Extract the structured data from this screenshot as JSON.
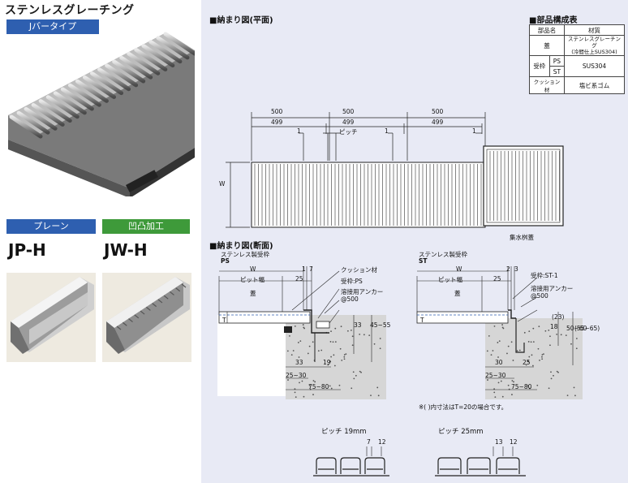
{
  "title": "ステンレスグレーチング",
  "type_badge": "Jバータイプ",
  "variants": [
    {
      "badge": "プレーン",
      "model": "JP-H",
      "color": "#2e5fb0"
    },
    {
      "badge": "凹凸加工",
      "model": "JW-H",
      "color": "#3e9a3a"
    }
  ],
  "plan": {
    "heading": "■納まり図(平面)",
    "spans": [
      {
        "top": "500",
        "bottom": "499"
      },
      {
        "top": "500",
        "bottom": "499"
      },
      {
        "top": "500",
        "bottom": "499"
      }
    ],
    "gap": "1",
    "pitch_label": "ピッチ",
    "w_label": "W",
    "catch_basin_label": "集水桝蓋"
  },
  "parts_table": {
    "heading": "■部品構成表",
    "headers": [
      "部品名",
      "材質"
    ],
    "lid_label": "蓋",
    "lid_material": "ステンレスグレーチング",
    "lid_material_note": "(冷間仕上SUS304)",
    "receiver_label": "受枠",
    "receiver_types": [
      "PS",
      "ST"
    ],
    "receiver_material": "SUS304",
    "cushion_label": "クッション材",
    "cushion_material": "塩ビ系ゴム"
  },
  "section": {
    "heading": "■納まり図(断面)",
    "ps": {
      "frame": "ステンレス製受枠",
      "code": "PS",
      "w": "W",
      "d1": "1",
      "d2": "7",
      "pit": "ピット幅",
      "d25": "25",
      "lid": "蓋",
      "t": "T",
      "cushion": "クッション材",
      "receiver": "受枠:PS",
      "anchor": "溶接用アンカー",
      "anchor_pitch": "@500",
      "d33a": "33",
      "d33b": "33",
      "d19": "19",
      "d45": "45~55",
      "d2530": "25~30",
      "d7580": "75~80"
    },
    "st": {
      "frame": "ステンレス製受枠",
      "code": "ST",
      "w": "W",
      "d2": "2",
      "d3": "3",
      "pit": "ピット幅",
      "d25": "25",
      "lid": "蓋",
      "t": "T",
      "receiver": "受枠:ST-1",
      "anchor": "溶接用アンカー",
      "anchor_pitch": "@500",
      "d23": "(23)",
      "d18": "18",
      "d5060": "50~60",
      "d5565": "(55~65)",
      "d30": "30",
      "d25b": "25",
      "d2530": "25~30",
      "d7580": "75~80"
    },
    "note": "※(  )内寸法はT=20の場合です。"
  },
  "pitch": {
    "p19": {
      "label": "ピッチ 19mm",
      "a": "7",
      "b": "12"
    },
    "p25": {
      "label": "ピッチ 25mm",
      "a": "13",
      "b": "12"
    }
  }
}
